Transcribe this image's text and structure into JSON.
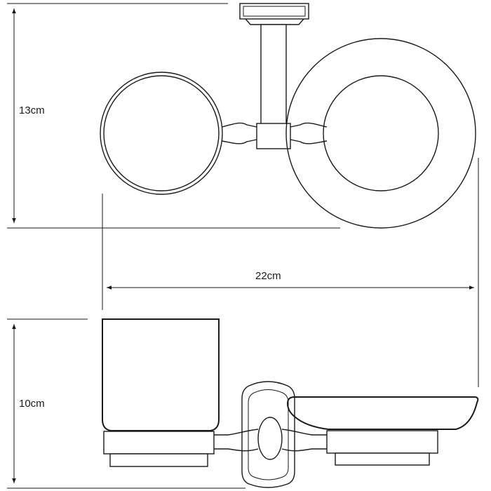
{
  "dimensions": {
    "depth_label": "13cm",
    "width_label": "22cm",
    "height_label": "10cm"
  },
  "colors": {
    "line": "#1a1a1a",
    "background": "#ffffff"
  }
}
